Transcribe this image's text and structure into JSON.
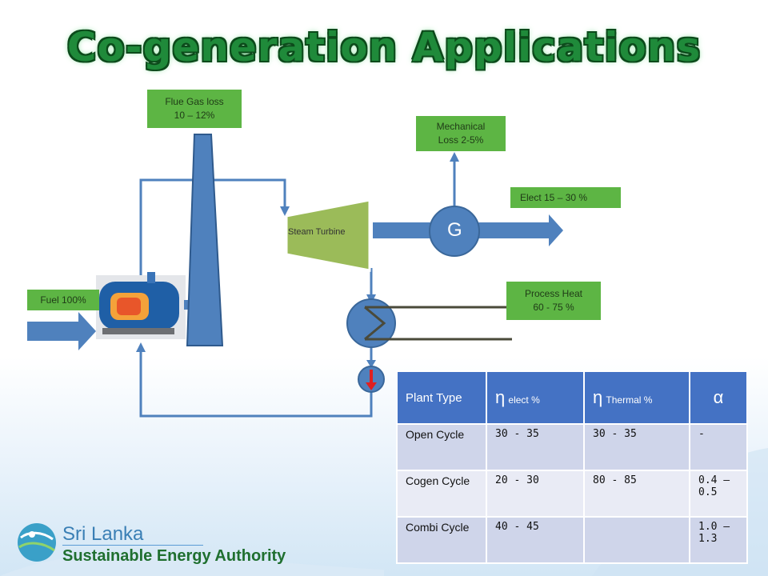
{
  "title": "Co-generation Applications",
  "boxes": {
    "flue_gas": {
      "line1": "Flue Gas loss",
      "line2": "10 – 12%"
    },
    "mechanical": {
      "line1": "Mechanical",
      "line2": "Loss 2-5%"
    },
    "elect": {
      "line1": "Elect  15 – 30 %"
    },
    "process_heat": {
      "line1": "Process Heat",
      "line2": "60 - 75 %"
    },
    "fuel": {
      "line1": "Fuel 100%"
    }
  },
  "labels": {
    "steam_turbine": "Steam Turbine",
    "generator": "G"
  },
  "table": {
    "header": {
      "c0": "Plant Type",
      "c1_main": "η",
      "c1_sub": "elect %",
      "c2_main": "η",
      "c2_sub": "Thermal %",
      "c3": "α"
    },
    "rows": [
      {
        "c0": "Open Cycle",
        "c1": "30 - 35",
        "c2": "30 - 35",
        "c3": "-"
      },
      {
        "c0": "Cogen Cycle",
        "c1": "20 - 30",
        "c2": "80 - 85",
        "c3": "0.4 – 0.5"
      },
      {
        "c0": "Combi Cycle",
        "c1": "40 - 45",
        "c2": "",
        "c3": "1.0 – 1.3"
      }
    ]
  },
  "logo": {
    "name": "Sri Lanka",
    "org": "Sustainable Energy Authority"
  },
  "colors": {
    "box_green": "#5db544",
    "pipe_blue": "#4f81bd",
    "title_green": "#1f8a3a",
    "table_header": "#4472c4"
  }
}
